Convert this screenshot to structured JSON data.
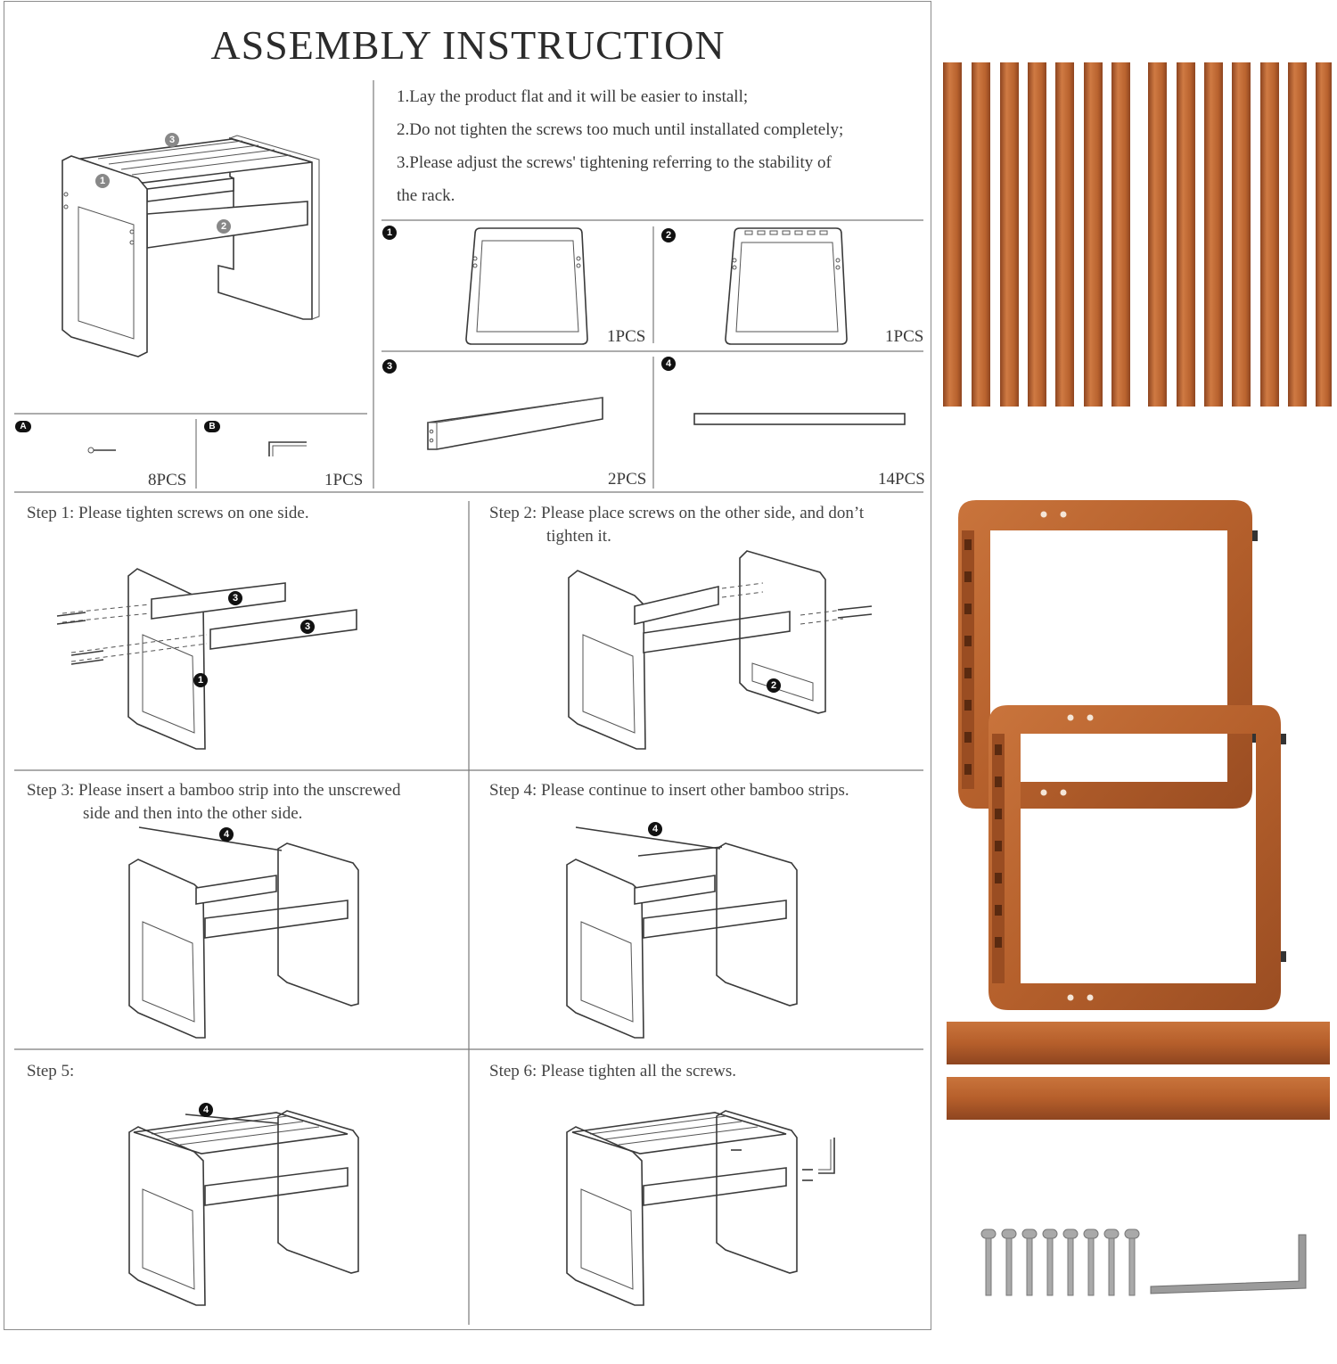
{
  "header": {
    "title": "ASSEMBLY INSTRUCTION"
  },
  "notes": [
    "1.Lay the product flat and it will be easier to install;",
    "2.Do not tighten the screws too much until installated completely;",
    "3.Please adjust the screws' tightening referring to the stability of",
    "the rack."
  ],
  "parts": [
    {
      "id": "1",
      "qty": "1PCS"
    },
    {
      "id": "2",
      "qty": "1PCS"
    },
    {
      "id": "3",
      "qty": "2PCS"
    },
    {
      "id": "4",
      "qty": "14PCS"
    }
  ],
  "hardware": [
    {
      "id": "A",
      "qty": "8PCS"
    },
    {
      "id": "B",
      "qty": "1PCS"
    }
  ],
  "callouts": {
    "one": "1",
    "two": "2",
    "three": "3",
    "four": "4"
  },
  "steps": [
    {
      "line1": "Step 1: Please tighten screws on one side.",
      "line2": ""
    },
    {
      "line1": "Step 2: Please place screws on the other side, and don’t",
      "line2": "tighten it."
    },
    {
      "line1": "Step 3: Please insert a bamboo strip into the unscrewed",
      "line2": "side and then into the other side."
    },
    {
      "line1": "Step 4: Please continue to insert other bamboo strips.",
      "line2": ""
    },
    {
      "line1": "Step 5:",
      "line2": ""
    },
    {
      "line1": "Step 6: Please tighten all the screws.",
      "line2": ""
    }
  ],
  "colors": {
    "bamboo": "#b8622e",
    "bamboo_light": "#cf7a43",
    "bamboo_dark": "#8e4520",
    "ink": "#3a3a3a",
    "steel": "#a9a9a9"
  }
}
